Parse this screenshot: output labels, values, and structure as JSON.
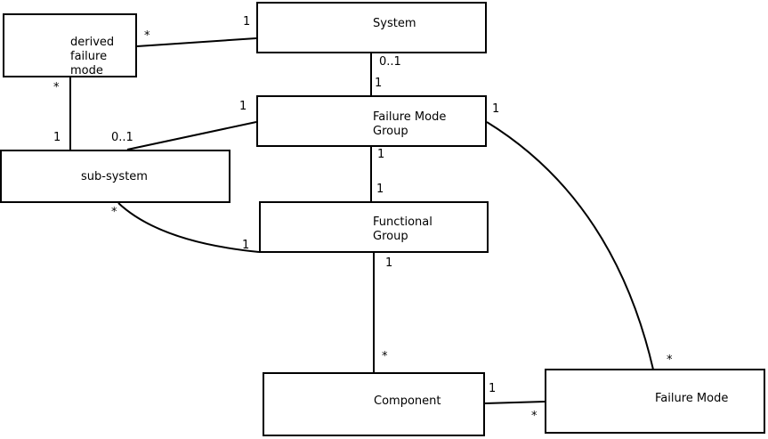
{
  "diagram": {
    "kind": "uml-class-association-diagram",
    "background_color": "#ffffff",
    "line_color": "#000000",
    "text_color": "#000000"
  },
  "nodes": {
    "derived_failure_mode": {
      "label": "derived\nfailure\nmode"
    },
    "system": {
      "label": "System"
    },
    "failure_mode_group": {
      "label": "Failure Mode\nGroup"
    },
    "sub_system": {
      "label": "sub-system"
    },
    "functional_group": {
      "label": "Functional\nGroup"
    },
    "component": {
      "label": "Component"
    },
    "failure_mode": {
      "label": "Failure Mode"
    }
  },
  "associations": [
    {
      "from": "derived failure mode",
      "to": "System",
      "from_mult": "*",
      "to_mult": "1"
    },
    {
      "from": "System",
      "to": "Failure Mode Group",
      "from_mult": "0..1",
      "to_mult": "1"
    },
    {
      "from": "derived failure mode",
      "to": "sub-system",
      "from_mult": "*",
      "to_mult": "1"
    },
    {
      "from": "Failure Mode Group",
      "to": "sub-system",
      "from_mult": "1",
      "to_mult": "0..1"
    },
    {
      "from": "Failure Mode Group",
      "to": "Functional Group",
      "from_mult": "1",
      "to_mult": "1"
    },
    {
      "from": "sub-system",
      "to": "Functional Group",
      "from_mult": "*",
      "to_mult": "1"
    },
    {
      "from": "Functional Group",
      "to": "Component",
      "from_mult": "1",
      "to_mult": "*"
    },
    {
      "from": "Component",
      "to": "Failure Mode",
      "from_mult": "1",
      "to_mult": "*"
    },
    {
      "from": "Failure Mode Group",
      "to": "Failure Mode",
      "from_mult": "1",
      "to_mult": "*"
    }
  ]
}
